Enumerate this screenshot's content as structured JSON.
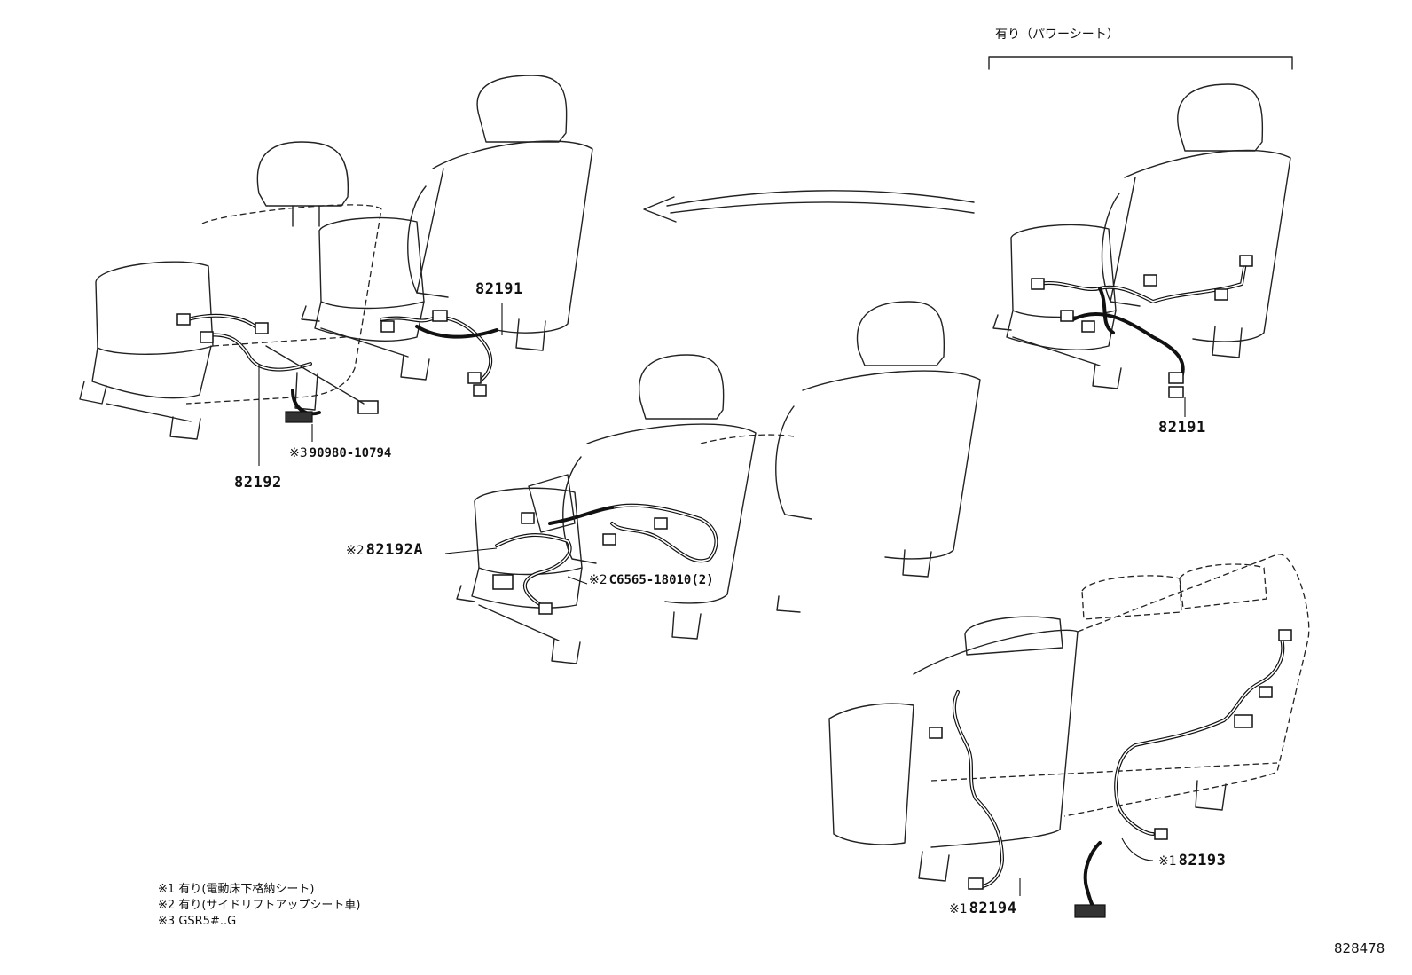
{
  "header": {
    "option_label": "有り（パワーシート）"
  },
  "callouts": {
    "c_82191_left": {
      "part": "82191"
    },
    "c_82192": {
      "part": "82192"
    },
    "c_90980": {
      "mark": "※3",
      "part": "90980-10794"
    },
    "c_82192A": {
      "mark": "※2",
      "part": "82192A"
    },
    "c_c6565": {
      "mark": "※2",
      "part": "C6565-18010(2)"
    },
    "c_82191_right": {
      "part": "82191"
    },
    "c_82193": {
      "mark": "※1",
      "part": "82193"
    },
    "c_82194": {
      "mark": "※1",
      "part": "82194"
    }
  },
  "notes": [
    {
      "mark": "※1",
      "text": "有り(電動床下格納シート)"
    },
    {
      "mark": "※2",
      "text": "有り(サイドリフトアップシート車)"
    },
    {
      "mark": "※3",
      "text": "GSR5#..G"
    }
  ],
  "footer": {
    "ref_number": "828478"
  },
  "colors": {
    "line": "#222222",
    "background": "#ffffff"
  }
}
